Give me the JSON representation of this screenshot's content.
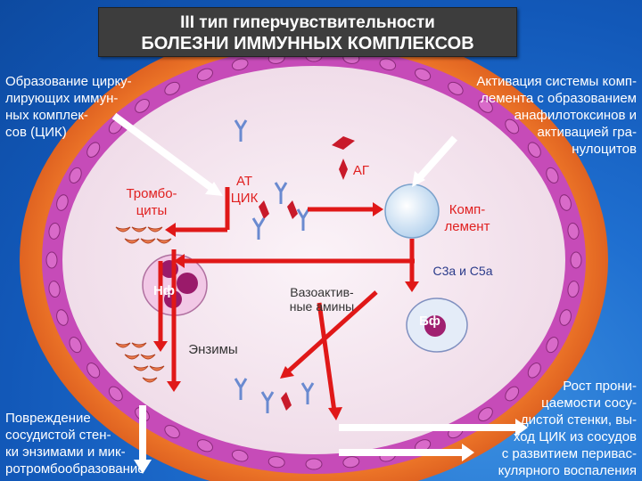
{
  "title": {
    "line1": "III тип гиперчувствительности",
    "line2": "БОЛЕЗНИ ИММУННЫХ КОМПЛЕКСОВ"
  },
  "labels": {
    "cik_formation": [
      "Образование цирку-",
      "лирующих иммун-",
      "ных комплек-",
      "сов (ЦИК)"
    ],
    "complement_activation": [
      "Активация системы комп-",
      "лемента с образованием",
      "анафилотоксинов и",
      "активацией гра-",
      "нулоцитов"
    ],
    "damage": [
      "Повреждение",
      "сосудистой стен-",
      "ки энзимами и мик-",
      "ротромбообразование"
    ],
    "permeability": [
      "Рост прони-",
      "цаемости сосу-",
      "дистой стенки, вы-",
      "ход ЦИК из сосудов",
      "с развитием периваc-",
      "кулярного воспаления"
    ],
    "platelets": [
      "Тромбо-",
      "циты"
    ],
    "at_cik": [
      "АТ",
      "ЦИК"
    ],
    "ag": "АГ",
    "complement": [
      "Комп-",
      "лемент"
    ],
    "c3a_c5a": "С3а и С5а",
    "vasoactive": [
      "Вазоактив-",
      "ные амины"
    ],
    "neutrophil": "Нф",
    "basophil": "Бф",
    "enzymes": "Энзимы"
  },
  "colors": {
    "title_bg": "#3d3d3d",
    "outer_ring": "#e8651f",
    "vessel_wall": "#c64bb8",
    "lumen": "#f6e9f2",
    "arrow_red": "#e01818",
    "arrow_white": "#ffffff",
    "label_red": "#e02020"
  }
}
